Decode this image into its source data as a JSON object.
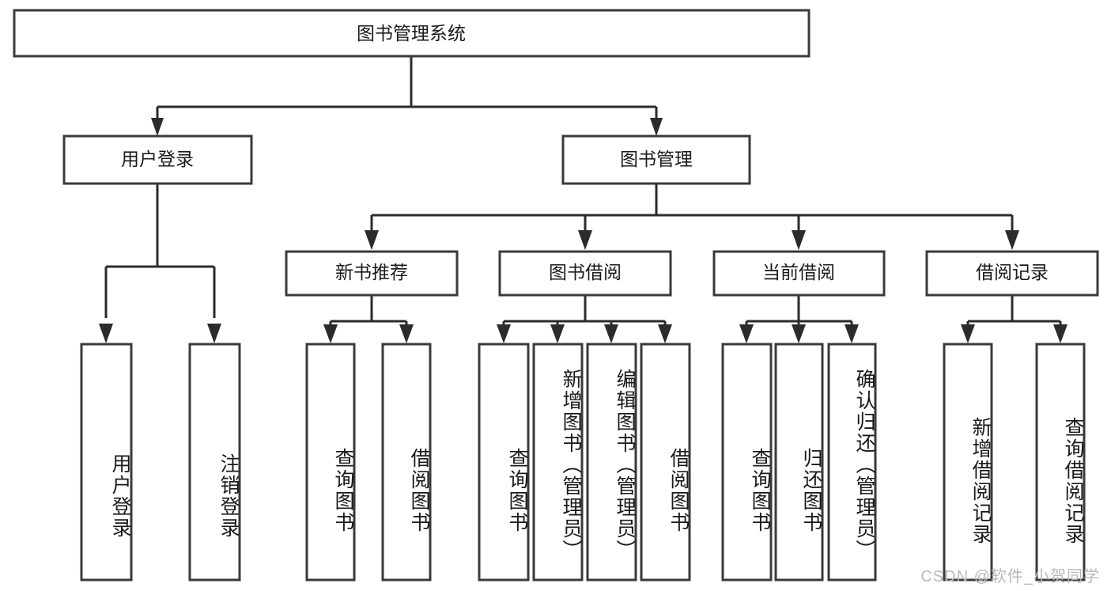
{
  "diagram": {
    "title": "图书管理系统",
    "type": "hierarchy-tree",
    "root": {
      "label": "图书管理系统"
    },
    "level2": [
      {
        "label": "用户登录"
      },
      {
        "label": "图书管理"
      }
    ],
    "level3": [
      {
        "label": "新书推荐"
      },
      {
        "label": "图书借阅"
      },
      {
        "label": "当前借阅"
      },
      {
        "label": "借阅记录"
      }
    ],
    "leaves": {
      "user_login": [
        {
          "label": "用户登录"
        },
        {
          "label": "注销登录"
        }
      ],
      "new_book_recommend": [
        {
          "label": "查询图书"
        },
        {
          "label": "借阅图书"
        }
      ],
      "book_borrow": [
        {
          "label": "查询图书"
        },
        {
          "label": "新增图书（管理员）"
        },
        {
          "label": "编辑图书（管理员）"
        },
        {
          "label": "借阅图书"
        }
      ],
      "current_borrow": [
        {
          "label": "查询图书"
        },
        {
          "label": "归还图书"
        },
        {
          "label": "确认归还（管理员）"
        }
      ],
      "borrow_records": [
        {
          "label": "新增借阅记录"
        },
        {
          "label": "查询借阅记录"
        }
      ]
    }
  },
  "watermark": {
    "text": "CSDN @软件_小贺同学"
  },
  "colors": {
    "box_stroke": "#3a3a3a",
    "connector": "#2b2b2b",
    "background": "#ffffff",
    "text": "#1a1a1a",
    "watermark": "#b9b9b9"
  }
}
